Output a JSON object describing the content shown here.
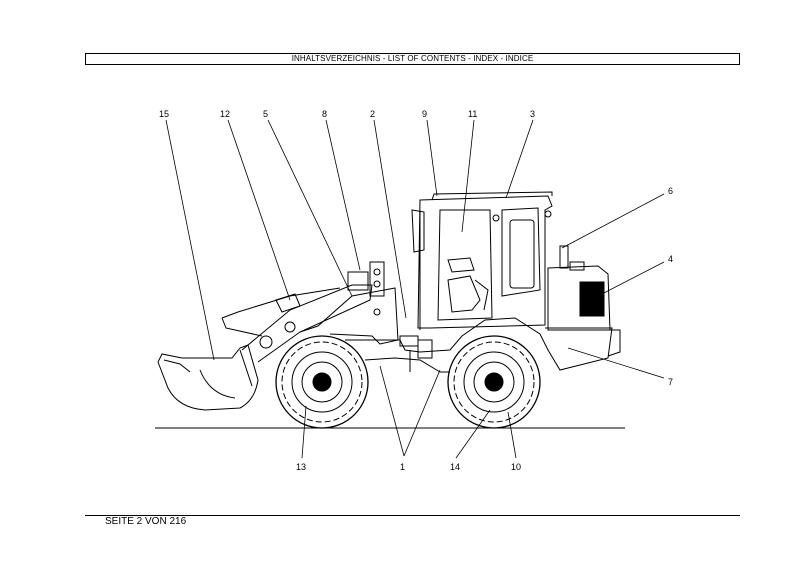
{
  "header": {
    "title": "INHALTSVERZEICHNIS - LIST OF CONTENTS - INDEX - INDICE"
  },
  "drawing": {
    "subject": "wheel loader",
    "callouts": [
      {
        "id": "15",
        "text": "15"
      },
      {
        "id": "12",
        "text": "12"
      },
      {
        "id": "5",
        "text": "5"
      },
      {
        "id": "8",
        "text": "8"
      },
      {
        "id": "2",
        "text": "2"
      },
      {
        "id": "9",
        "text": "9"
      },
      {
        "id": "11",
        "text": "11"
      },
      {
        "id": "3",
        "text": "3"
      },
      {
        "id": "6",
        "text": "6"
      },
      {
        "id": "4",
        "text": "4"
      },
      {
        "id": "7",
        "text": "7"
      },
      {
        "id": "10",
        "text": "10"
      },
      {
        "id": "14",
        "text": "14"
      },
      {
        "id": "1",
        "text": "1"
      },
      {
        "id": "13",
        "text": "13"
      }
    ]
  },
  "footer": {
    "page_label": "SEITE 2 VON 216"
  }
}
